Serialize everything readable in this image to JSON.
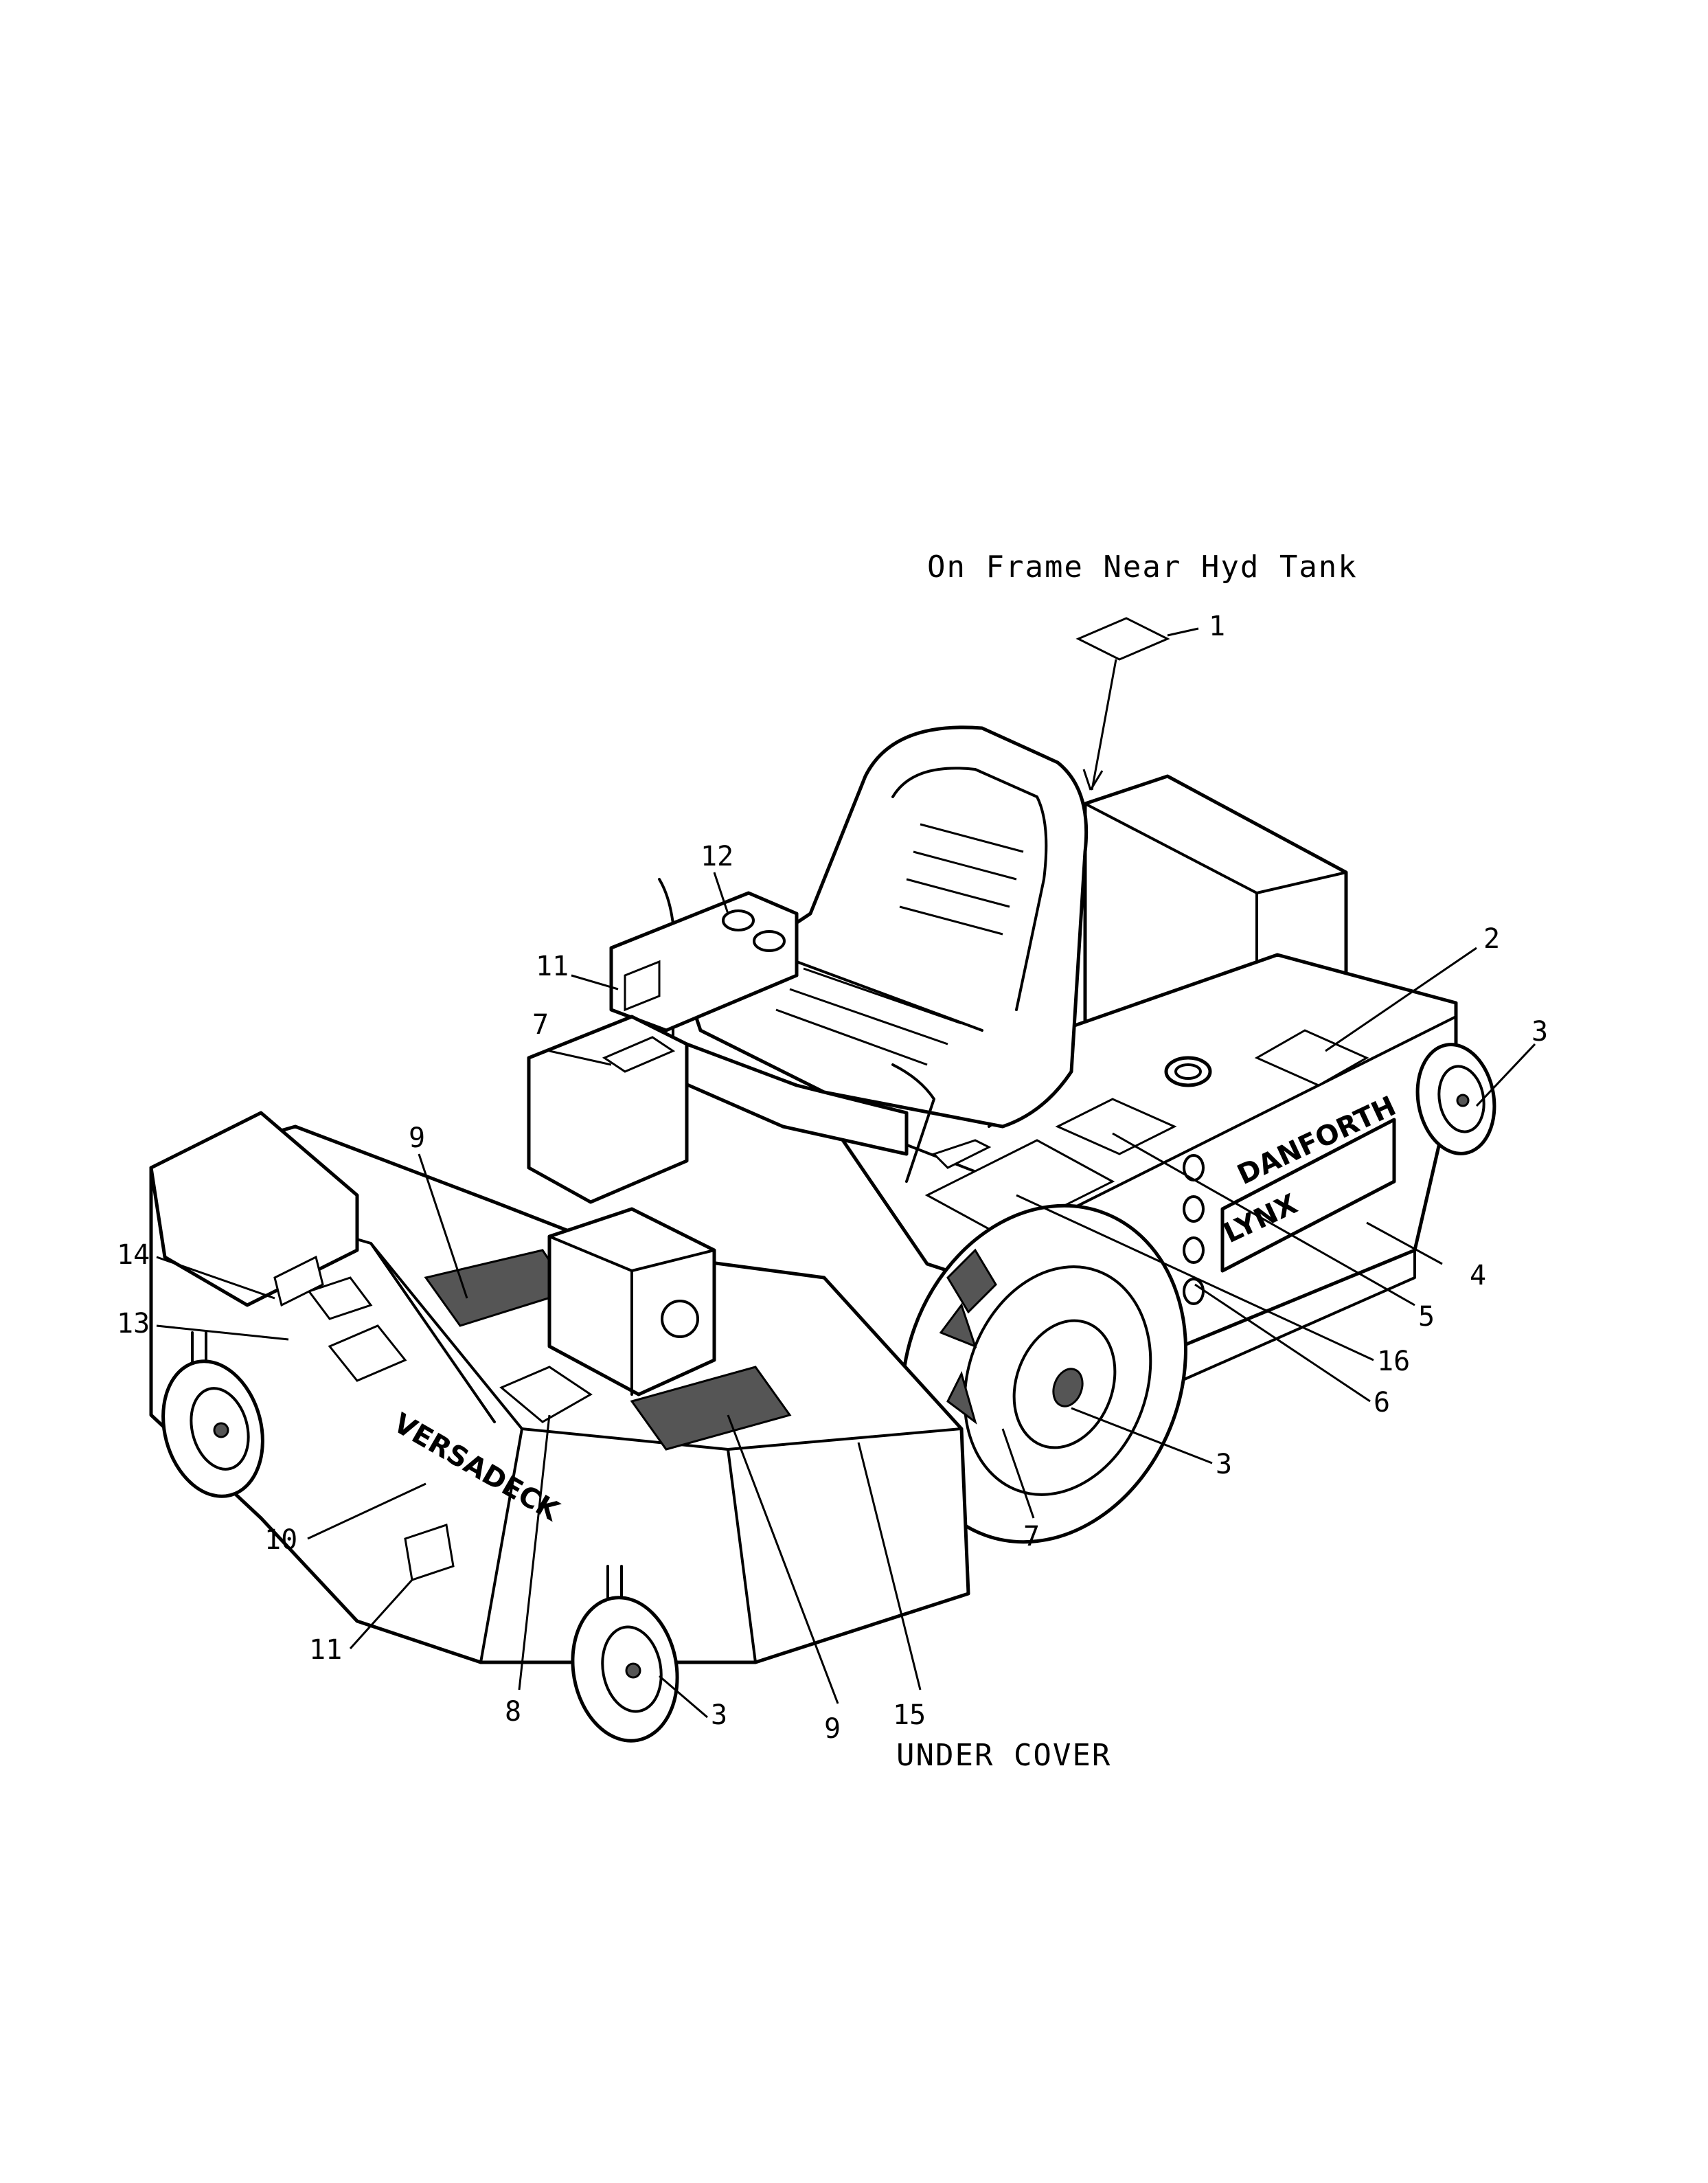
{
  "notes": {
    "top": "On Frame Near Hyd Tank",
    "bottom": "UNDER COVER"
  },
  "brand": {
    "deck": "VERSADECK",
    "side_top": "DANFORTH",
    "side_bottom": "LYNX"
  },
  "callouts": [
    {
      "id": "c1",
      "text": "1"
    },
    {
      "id": "c2",
      "text": "2"
    },
    {
      "id": "c3a",
      "text": "3"
    },
    {
      "id": "c4",
      "text": "4"
    },
    {
      "id": "c5",
      "text": "5"
    },
    {
      "id": "c16",
      "text": "16"
    },
    {
      "id": "c6",
      "text": "6"
    },
    {
      "id": "c3b",
      "text": "3"
    },
    {
      "id": "c7a",
      "text": "7"
    },
    {
      "id": "c12",
      "text": "12"
    },
    {
      "id": "c11a",
      "text": "11"
    },
    {
      "id": "c7b",
      "text": "7"
    },
    {
      "id": "c9a",
      "text": "9"
    },
    {
      "id": "c14",
      "text": "14"
    },
    {
      "id": "c13",
      "text": "13"
    },
    {
      "id": "c10",
      "text": "10"
    },
    {
      "id": "c11b",
      "text": "11"
    },
    {
      "id": "c8",
      "text": "8"
    },
    {
      "id": "c3c",
      "text": "3"
    },
    {
      "id": "c9b",
      "text": "9"
    },
    {
      "id": "c15",
      "text": "15"
    }
  ]
}
